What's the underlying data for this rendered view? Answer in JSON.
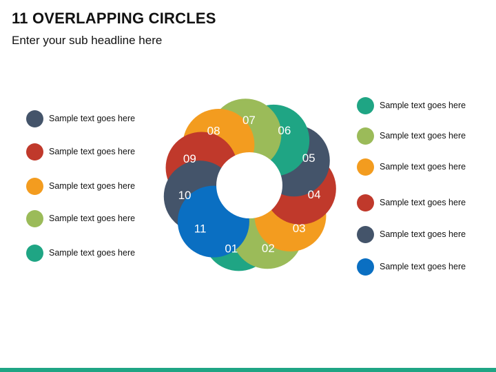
{
  "title": "11 OVERLAPPING CIRCLES",
  "subtitle": "Enter your sub headline here",
  "colors": {
    "slate": "#44546A",
    "red": "#C0392B",
    "orange": "#F39C1F",
    "green": "#9BBB59",
    "teal": "#1FA584",
    "blue": "#0A6FC2",
    "bar": "#1FA584"
  },
  "left_legend": [
    {
      "text": "Sample text goes here",
      "color": "#44546A"
    },
    {
      "text": "Sample text goes here",
      "color": "#C0392B"
    },
    {
      "text": "Sample text goes here",
      "color": "#F39C1F"
    },
    {
      "text": "Sample text goes here",
      "color": "#9BBB59"
    },
    {
      "text": "Sample text goes here",
      "color": "#1FA584"
    }
  ],
  "right_legend": [
    {
      "text": "Sample text goes here",
      "color": "#1FA584"
    },
    {
      "text": "Sample text goes here",
      "color": "#9BBB59"
    },
    {
      "text": "Sample text goes here",
      "color": "#F39C1F"
    },
    {
      "text": "Sample text goes here",
      "color": "#C0392B"
    },
    {
      "text": "Sample text goes here",
      "color": "#44546A"
    },
    {
      "text": "Sample text goes here",
      "color": "#0A6FC2"
    }
  ],
  "circles": [
    {
      "label": "01",
      "color": "#1FA584"
    },
    {
      "label": "02",
      "color": "#9BBB59"
    },
    {
      "label": "03",
      "color": "#F39C1F"
    },
    {
      "label": "04",
      "color": "#C0392B"
    },
    {
      "label": "05",
      "color": "#44546A"
    },
    {
      "label": "06",
      "color": "#1FA584"
    },
    {
      "label": "07",
      "color": "#9BBB59"
    },
    {
      "label": "08",
      "color": "#F39C1F"
    },
    {
      "label": "09",
      "color": "#C0392B"
    },
    {
      "label": "10",
      "color": "#44546A"
    },
    {
      "label": "11",
      "color": "#0A6FC2"
    }
  ]
}
